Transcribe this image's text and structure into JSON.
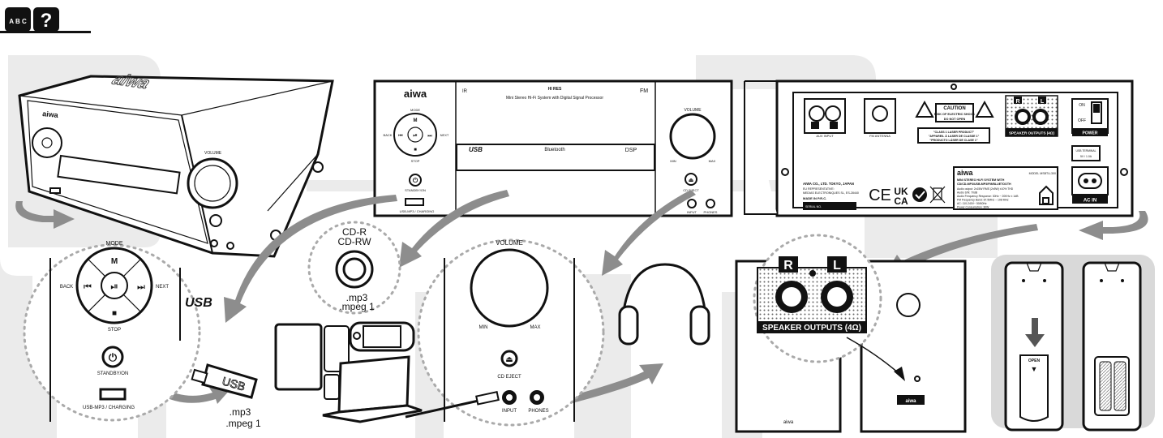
{
  "header": {
    "icon_label": "A B C",
    "help_symbol": "?"
  },
  "front_panel": {
    "brand": "aiwa",
    "tagline": "Mini Stereo Hi-Fi System with Digital Signal Processor",
    "hires_badge": "HI RES",
    "nav": {
      "mode": "MODE",
      "m": "M",
      "back": "BACK",
      "next": "NEXT",
      "stop": "STOP",
      "prev_symbol": "⏮",
      "next_symbol": "⏭",
      "play_symbol": "⏯",
      "stop_symbol": "■"
    },
    "standby": "STANDBY/ON",
    "usb_port": "USB-MP3 / CHARGING",
    "usb_logo": "USB",
    "bluetooth": "Bluetooth",
    "fm": "FM",
    "dsp": "DSP",
    "volume": "VOLUME",
    "min": "MIN",
    "max": "MAX",
    "cd_eject": "CD EJECT",
    "input": "INPUT",
    "phones": "PHONES",
    "ir": "IR"
  },
  "rear_panel": {
    "aux_input": "AUX INPUT",
    "fm_antenna": "FM ANTENNA",
    "caution_title": "CAUTION",
    "caution_line1": "RISK OF ELECTRIC SHOCK",
    "caution_line2": "DO NOT OPEN",
    "laser_line1": "\"CLASS 1 LASER PRODUCT\"",
    "laser_line2": "\"APPAREIL À LASER DE CLASSE 1\"",
    "laser_line3": "\"PRODUCTO LÁSER DE CLASE 1\"",
    "speaker_outputs": "SPEAKER OUTPUTS (4Ω)",
    "on": "ON",
    "off": "OFF",
    "power": "POWER",
    "usb_terminal": "USB TERMINAL",
    "usb_output": "5V / 1.0A",
    "company": "AIWA CO., LTD. TOKYO, JAPAN",
    "rep_line": "EU REPRESENTATIVE:",
    "rep_name": "MEDIAS ELECTRONIQUES SL, ES-28440",
    "made_in": "MADE IN P.R.C.",
    "serial": "SERIAL NO.",
    "model": "MODEL MSBTU-300",
    "spec_title": "MINI STEREO HI-FI SYSTEM WITH",
    "spec_sub": "CD/CD-MP3/USB-MP3/FM/BLUETOOTH",
    "spec1": "Audio output: 2x15W RMS (2x5W) ±10% THD",
    "spec2": "Audio S/N: 70dB",
    "spec3": "Audio Frequency Response: 30Hz ~ 20KHz ± 1dB",
    "spec4": "FM Frequency Band: 87.5MHz ~ 108 MHz",
    "spec5": "AC: 110-240V~ 50/60Hz",
    "spec6": "Power Consumption: 30W",
    "ac_in": "AC IN",
    "ce": "CE",
    "ukca1": "UK",
    "ukca2": "CA",
    "badge_r": "R",
    "badge_l": "L"
  },
  "media": {
    "disc_line1": "CD-R",
    "disc_line2": "CD-RW",
    "disc_fmt1": ".mp3",
    "disc_fmt2": ".mpeg 1",
    "usb_fmt1": ".mp3",
    "usb_fmt2": ".mpeg 1",
    "usb_stick": "USB"
  },
  "remote": {
    "open": "OPEN"
  },
  "speaker": {
    "brand": "aiwa"
  }
}
